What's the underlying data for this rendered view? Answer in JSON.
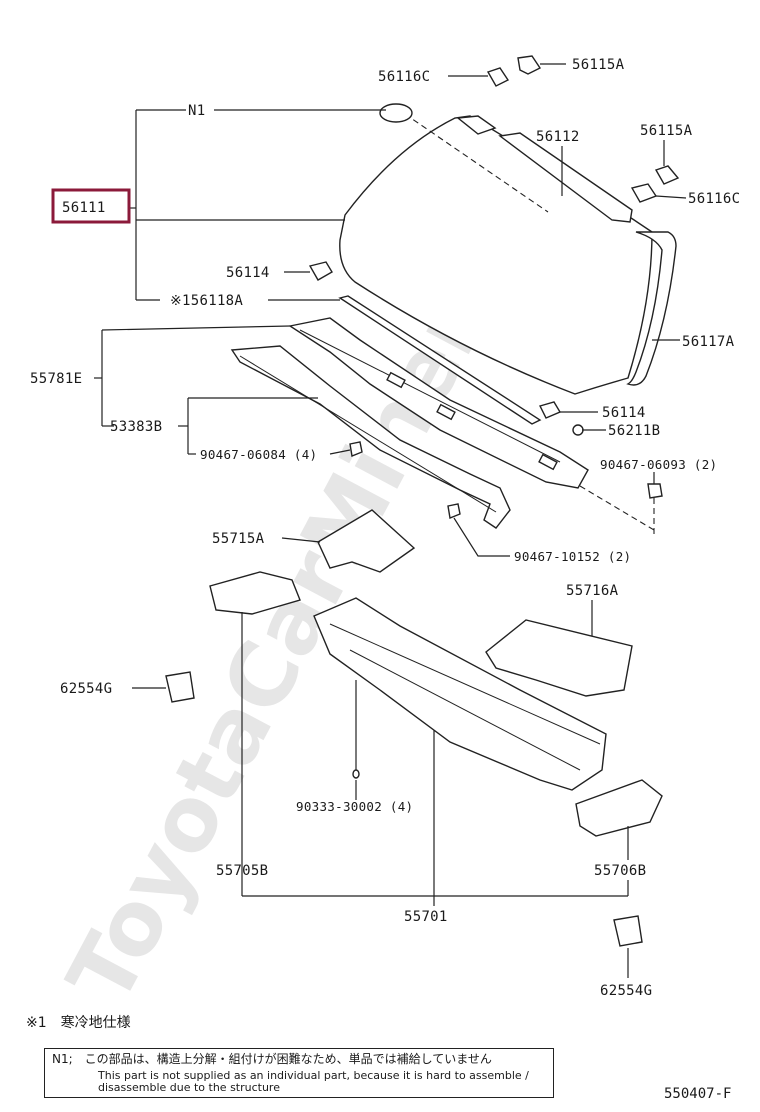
{
  "watermark": "ToyotaCarMiner.ru",
  "highlight_color": "#8b1a3a",
  "labels": {
    "n1": "N1",
    "p56111": "56111",
    "p56116c_top": "56116C",
    "p56115a_top": "56115A",
    "p56112": "56112",
    "p56115a_right": "56115A",
    "p56116c_right": "56116C",
    "p56114_left": "56114",
    "p156118a": "※156118A",
    "p56117a": "56117A",
    "p55781e": "55781E",
    "p53383b": "53383B",
    "p56114_right": "56114",
    "p56211b": "56211B",
    "p90467_06084": "90467-06084 (4)",
    "p90467_06093": "90467-06093 (2)",
    "p55715a": "55715A",
    "p90467_10152": "90467-10152 (2)",
    "p55716a": "55716A",
    "p62554g_left": "62554G",
    "p90333_30002": "90333-30002 (4)",
    "p55705b": "55705B",
    "p55706b": "55706B",
    "p55701": "55701",
    "p62554g_bottom": "62554G"
  },
  "footnote": "※1　寒冷地仕様",
  "note_box": {
    "jp": "N1;　この部品は、構造上分解・組付けが困難なため、単品では補給していません",
    "en": "This part is not supplied as an individual part, because it is hard to assemble / disassemble due to the structure"
  },
  "page_number": "550407-F"
}
